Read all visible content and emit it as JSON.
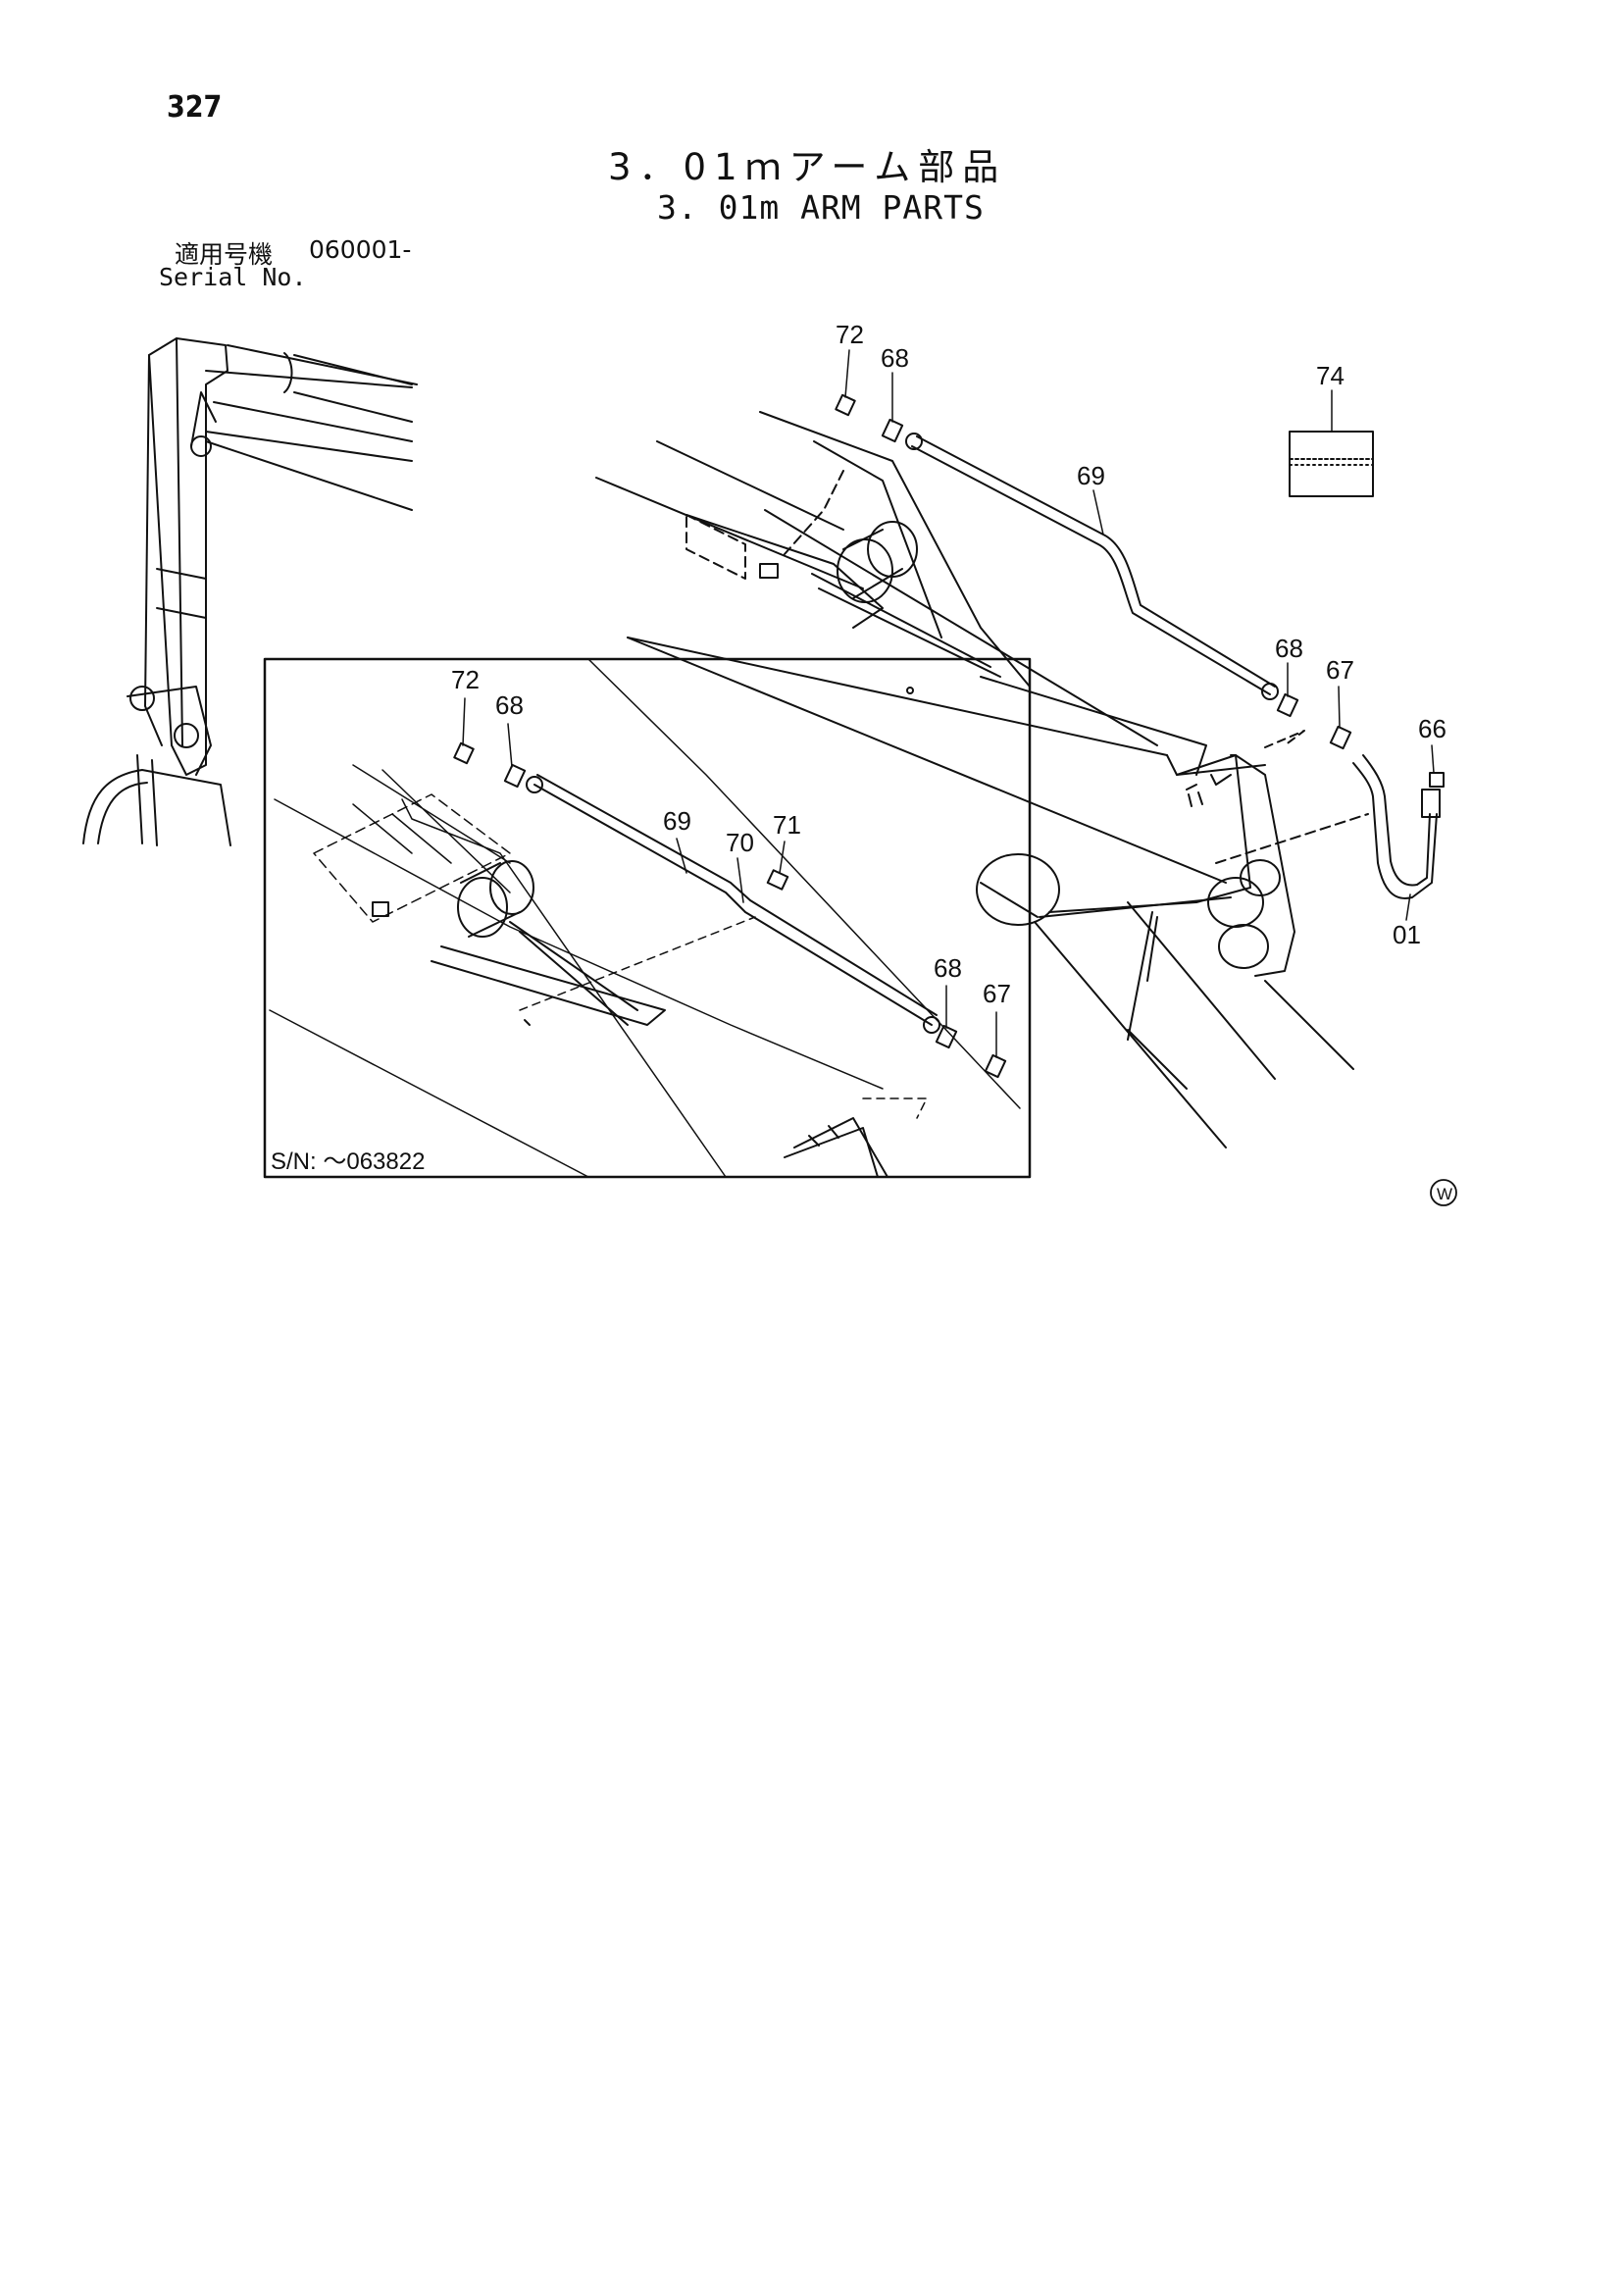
{
  "page": {
    "number": "327",
    "title_jp": "3．01ｍアーム部品",
    "title_en": "3. 01m ARM PARTS",
    "serial_label_jp": "適用号機",
    "serial_label_en": "Serial No.",
    "serial_value": "060001-"
  },
  "main_callouts": [
    {
      "id": "c72",
      "text": "72"
    },
    {
      "id": "c68a",
      "text": "68"
    },
    {
      "id": "c69",
      "text": "69"
    },
    {
      "id": "c74",
      "text": "74"
    },
    {
      "id": "c68b",
      "text": "68"
    },
    {
      "id": "c67",
      "text": "67"
    },
    {
      "id": "c66",
      "text": "66"
    },
    {
      "id": "c01",
      "text": "01"
    }
  ],
  "inset": {
    "serial_range": "S/N:  ～063822",
    "callouts": [
      {
        "id": "i72",
        "text": "72"
      },
      {
        "id": "i68a",
        "text": "68"
      },
      {
        "id": "i69",
        "text": "69"
      },
      {
        "id": "i70",
        "text": "70"
      },
      {
        "id": "i71",
        "text": "71"
      },
      {
        "id": "i68b",
        "text": "68"
      },
      {
        "id": "i67",
        "text": "67"
      }
    ]
  },
  "mark": "W",
  "colors": {
    "ink": "#111111",
    "paper": "#ffffff"
  }
}
